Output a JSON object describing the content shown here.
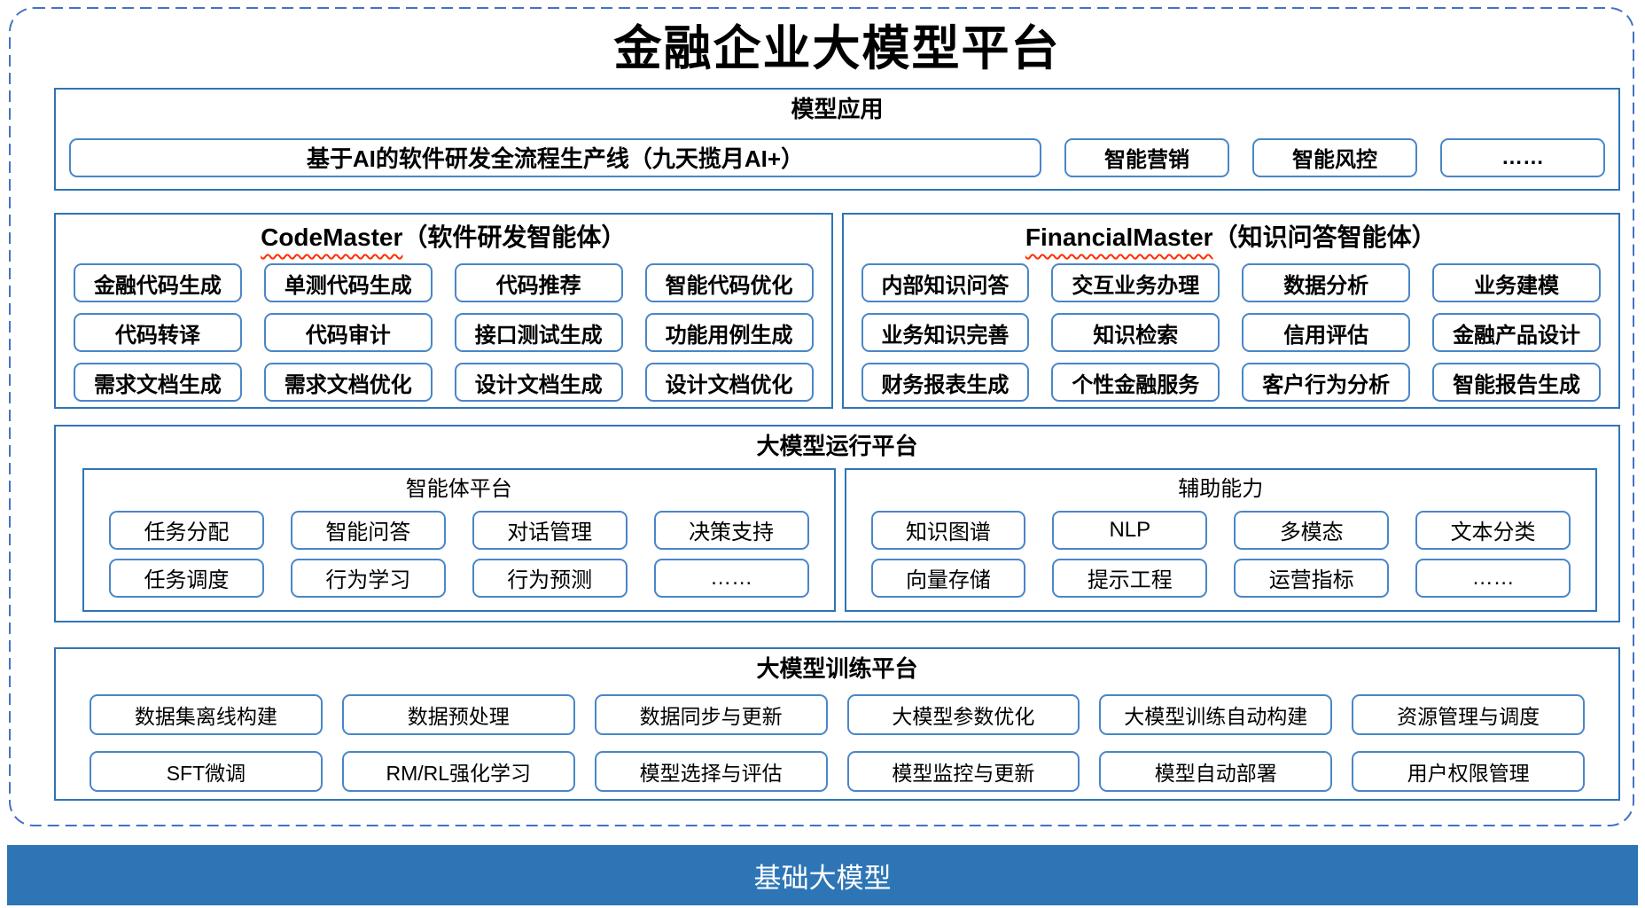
{
  "title": "金融企业大模型平台",
  "model_app": {
    "title": "模型应用",
    "main_item": "基于AI的软件研发全流程生产线（九天揽月AI+）",
    "items": [
      "智能营销",
      "智能风控",
      "……"
    ]
  },
  "codemaster": {
    "title_en": "CodeMaster",
    "title_zh": "（软件研发智能体）",
    "items": [
      "金融代码生成",
      "单测代码生成",
      "代码推荐",
      "智能代码优化",
      "代码转译",
      "代码审计",
      "接口测试生成",
      "功能用例生成",
      "需求文档生成",
      "需求文档优化",
      "设计文档生成",
      "设计文档优化"
    ]
  },
  "financialmaster": {
    "title_en": "FinancialMaster",
    "title_zh": "（知识问答智能体）",
    "items": [
      "内部知识问答",
      "交互业务办理",
      "数据分析",
      "业务建模",
      "业务知识完善",
      "知识检索",
      "信用评估",
      "金融产品设计",
      "财务报表生成",
      "个性金融服务",
      "客户行为分析",
      "智能报告生成"
    ]
  },
  "runtime": {
    "title": "大模型运行平台",
    "agent_platform": {
      "title": "智能体平台",
      "items": [
        "任务分配",
        "智能问答",
        "对话管理",
        "决策支持",
        "任务调度",
        "行为学习",
        "行为预测",
        "……"
      ]
    },
    "aux": {
      "title": "辅助能力",
      "items": [
        "知识图谱",
        "NLP",
        "多模态",
        "文本分类",
        "向量存储",
        "提示工程",
        "运营指标",
        "……"
      ]
    }
  },
  "training": {
    "title": "大模型训练平台",
    "items": [
      "数据集离线构建",
      "数据预处理",
      "数据同步与更新",
      "大模型参数优化",
      "大模型训练自动构建",
      "资源管理与调度",
      "SFT微调",
      "RM/RL强化学习",
      "模型选择与评估",
      "模型监控与更新",
      "模型自动部署",
      "用户权限管理"
    ]
  },
  "base": {
    "title": "基础大模型"
  },
  "colors": {
    "border_dashed": "#4472C4",
    "section_border": "#2E75B6",
    "chip_border": "#4A86C8",
    "base_bar_bg": "#2E75B6",
    "base_bar_text": "#FFFFFF",
    "underline": "#FF2D00",
    "text": "#000000"
  }
}
